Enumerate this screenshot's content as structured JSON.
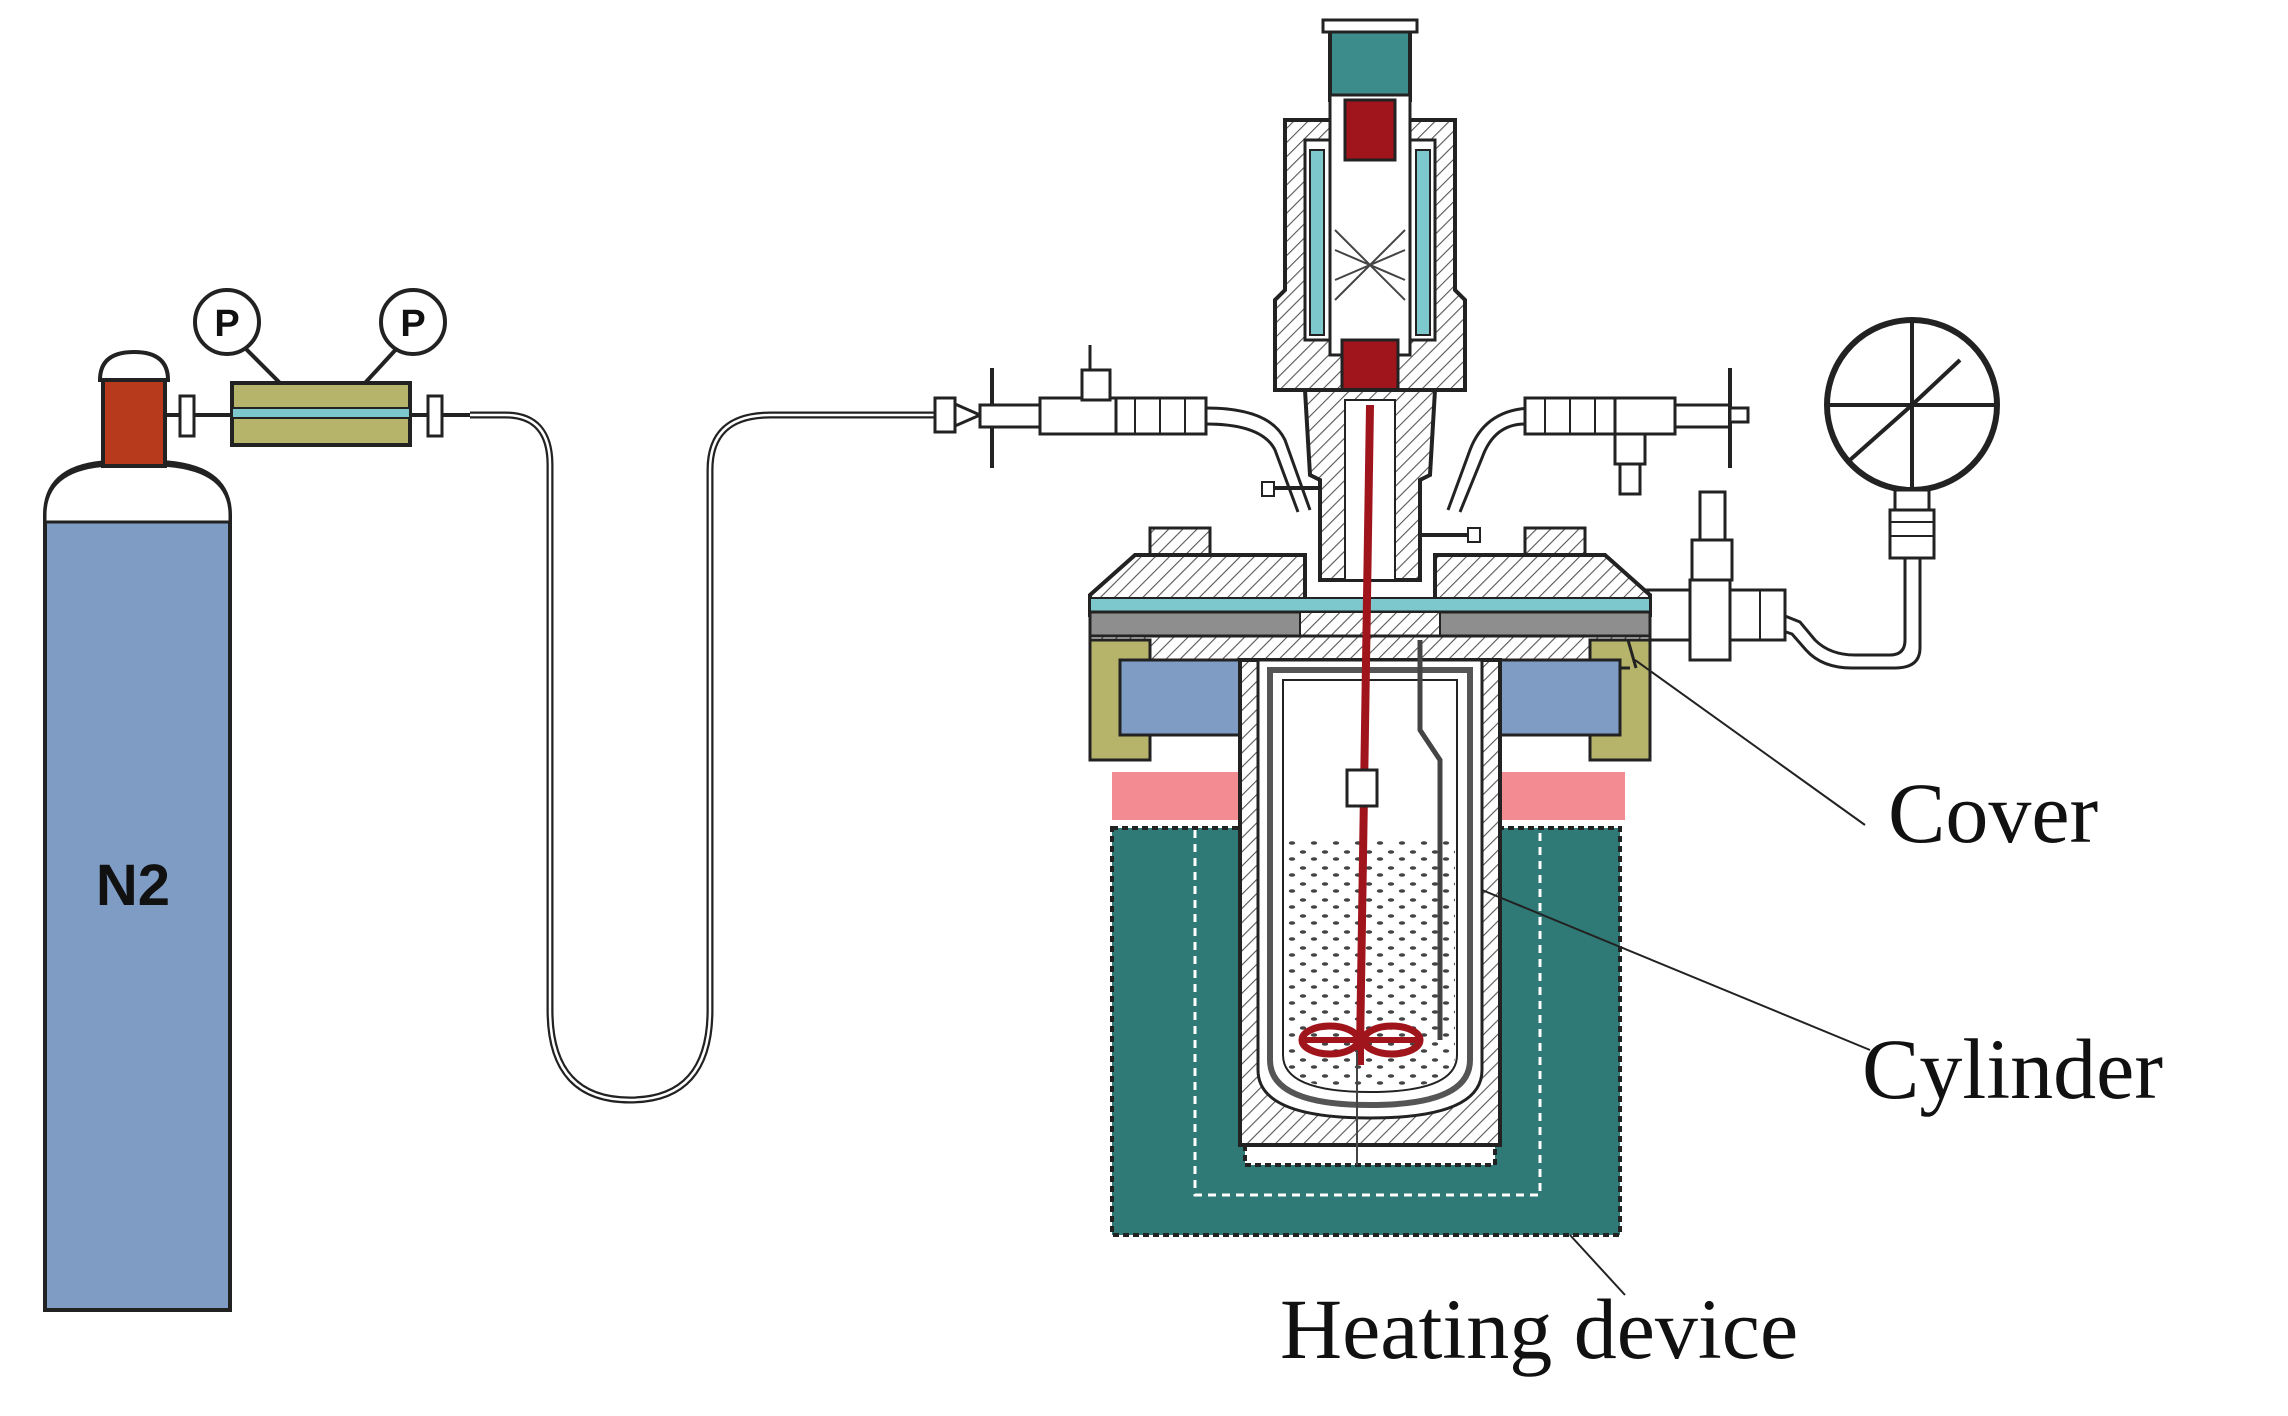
{
  "labels": {
    "cylinder_gas": "N2",
    "gauge_left": "P",
    "gauge_right": "P",
    "cover": "Cover",
    "cylinder": "Cylinder",
    "heating_device": "Heating device"
  },
  "colors": {
    "gas_cylinder_body": "#7F9CC4",
    "valve_red": "#B83A1C",
    "regulator": "#B5B46A",
    "teal": "#3D8C8C",
    "heater_green": "#2F7A77",
    "pink_insulation": "#F28C92",
    "stirrer_red": "#A0141C",
    "gray_metal": "#8E8E8E",
    "light_cyan": "#7CC8CC"
  }
}
